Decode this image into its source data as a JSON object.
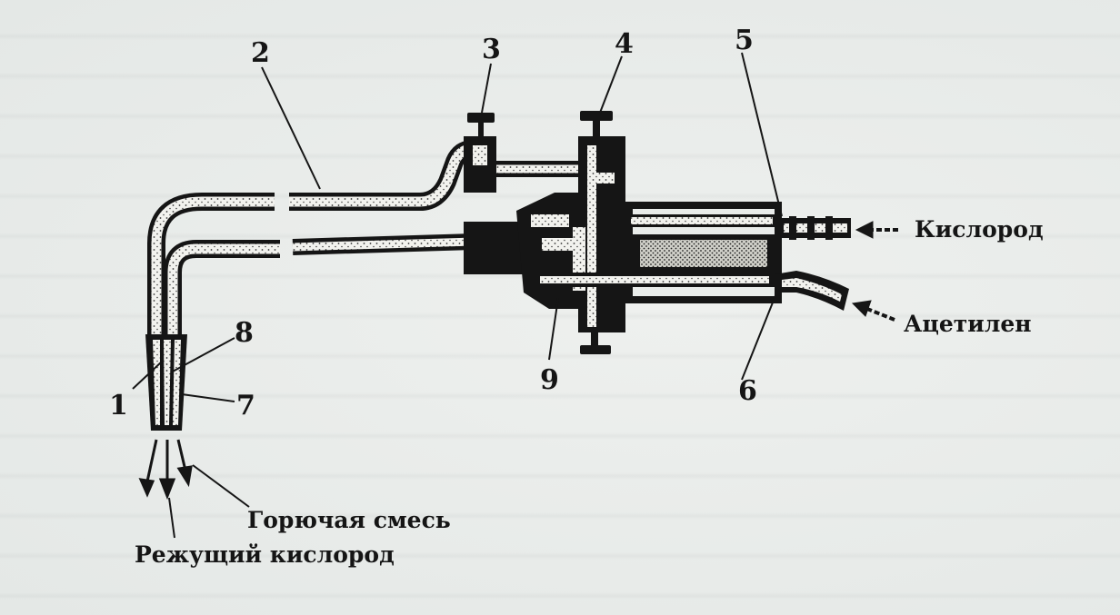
{
  "diagram": {
    "labels": {
      "oxygen": "Кислород",
      "acetylene": "Ацетилен",
      "combustible_mix": "Горючая смесь",
      "cutting_oxygen": "Режущий кислород"
    },
    "numbers": {
      "n1": "1",
      "n2": "2",
      "n3": "3",
      "n4": "4",
      "n5": "5",
      "n6": "6",
      "n7": "7",
      "n8": "8",
      "n9": "9"
    },
    "colors": {
      "ink": "#151515",
      "paper": "#e9ecea"
    }
  }
}
